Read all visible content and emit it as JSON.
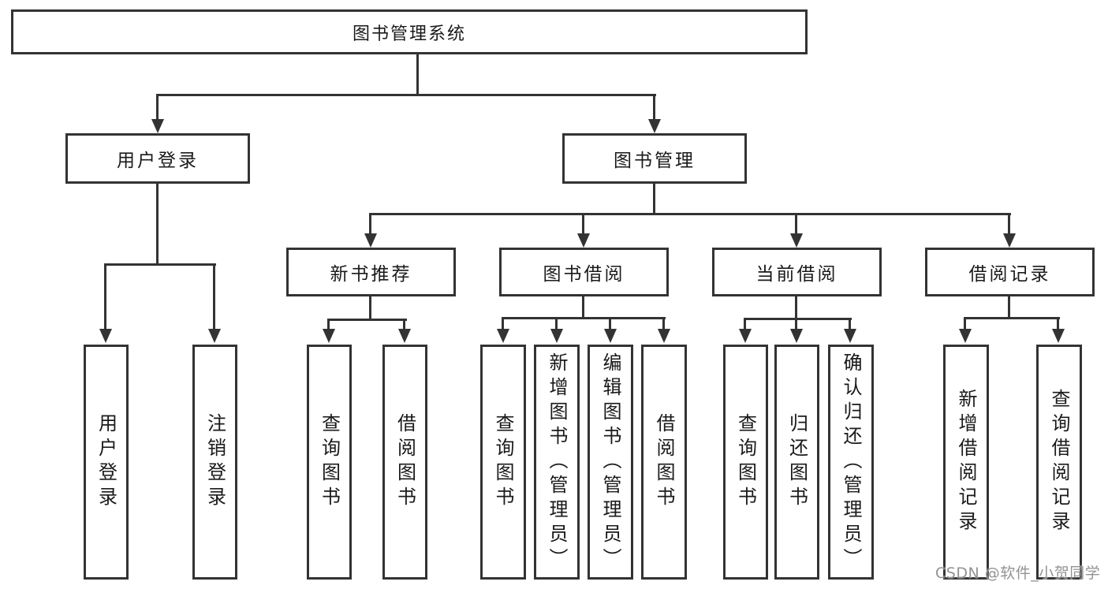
{
  "diagram": {
    "root": {
      "label": "图书管理系统"
    },
    "level2": {
      "user_login_branch": {
        "label": "用户登录"
      },
      "book_management_branch": {
        "label": "图书管理"
      }
    },
    "level3": {
      "new_book_recommend": {
        "label": "新书推荐"
      },
      "book_borrowing": {
        "label": "图书借阅"
      },
      "current_borrowing": {
        "label": "当前借阅"
      },
      "borrowing_records": {
        "label": "借阅记录"
      }
    },
    "leaves": {
      "user_login": [
        "用户登录",
        "注销登录"
      ],
      "new_book_recommend": [
        "查询图书",
        "借阅图书"
      ],
      "book_borrowing": [
        "查询图书",
        "新增图书（管理员）",
        "编辑图书（管理员）",
        "借阅图书"
      ],
      "current_borrowing": [
        "查询图书",
        "归还图书",
        "确认归还（管理员）"
      ],
      "borrowing_records": [
        "新增借阅记录",
        "查询借阅记录"
      ]
    }
  },
  "watermark": {
    "text": "CSDN @软件_小贺同学"
  },
  "colors": {
    "line": "#333333",
    "box_border": "#333333",
    "box_fill": "#ffffff",
    "text": "#1a1a1a",
    "watermark": "#8a8a8a",
    "background": "#ffffff"
  }
}
